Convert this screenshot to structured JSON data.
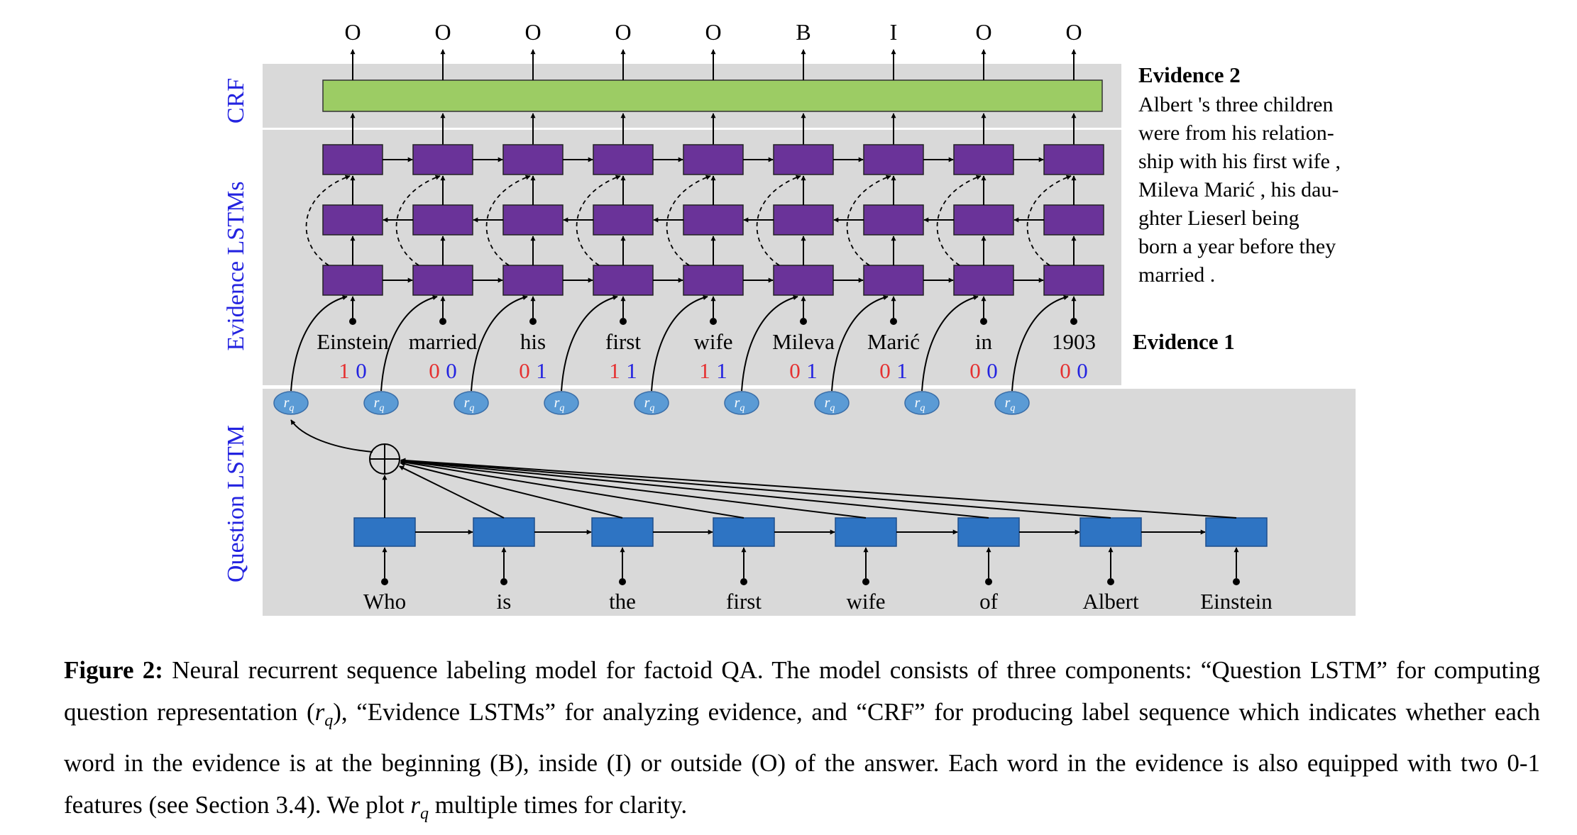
{
  "sections": {
    "crf": "CRF",
    "evidence_lstms": "Evidence LSTMs",
    "question_lstm": "Question LSTM"
  },
  "labels": [
    "O",
    "O",
    "O",
    "O",
    "O",
    "B",
    "I",
    "O",
    "O"
  ],
  "evidence_words": [
    {
      "word": "Einstein",
      "f1": "1",
      "f2": "0"
    },
    {
      "word": "married",
      "f1": "0",
      "f2": "0"
    },
    {
      "word": "his",
      "f1": "0",
      "f2": "1"
    },
    {
      "word": "first",
      "f1": "1",
      "f2": "1"
    },
    {
      "word": "wife",
      "f1": "1",
      "f2": "1"
    },
    {
      "word": "Mileva",
      "f1": "0",
      "f2": "1"
    },
    {
      "word": "Marić",
      "f1": "0",
      "f2": "1"
    },
    {
      "word": "in",
      "f1": "0",
      "f2": "0"
    },
    {
      "word": "1903",
      "f1": "0",
      "f2": "0"
    }
  ],
  "question_words": [
    "Who",
    "is",
    "the",
    "first",
    "wife",
    "of",
    "Albert",
    "Einstein"
  ],
  "rq_label": "r",
  "rq_sub": "q",
  "oplus": "⊕",
  "evidence1_title": "Evidence 1",
  "evidence2_title": "Evidence 2",
  "evidence2_lines": [
    "Albert 's three children",
    "were from his relation-",
    "ship with his first wife ,",
    "Mileva Marić , his dau-",
    "ghter Lieserl being",
    "born a year before they",
    "married ."
  ],
  "caption": {
    "fig": "Figure 2:",
    "p1": " Neural recurrent sequence labeling model for factoid QA. The model consists of three components: “Question LSTM” for computing question representation (",
    "r1": "r",
    "s1": "q",
    "p2": "), “Evidence LSTMs” for analyzing evidence, and “CRF” for producing label sequence which indicates whether each word in the evidence is at the beginning (B), inside (I) or outside (O) of the answer. Each word in the evidence is also equipped with two 0-1 features (see Section 3.4). We plot ",
    "r2": "r",
    "s2": "q",
    "p3": " multiple times for clarity."
  },
  "colors": {
    "panel": "#d9d9d9",
    "crf": "#9ccc64",
    "purple": "#6a3399",
    "blue_box": "#2e74c3",
    "rq_fill": "#5b9bd5",
    "section_label": "#2323e0",
    "feature_red": "#e53030",
    "feature_blue": "#2323e0"
  }
}
